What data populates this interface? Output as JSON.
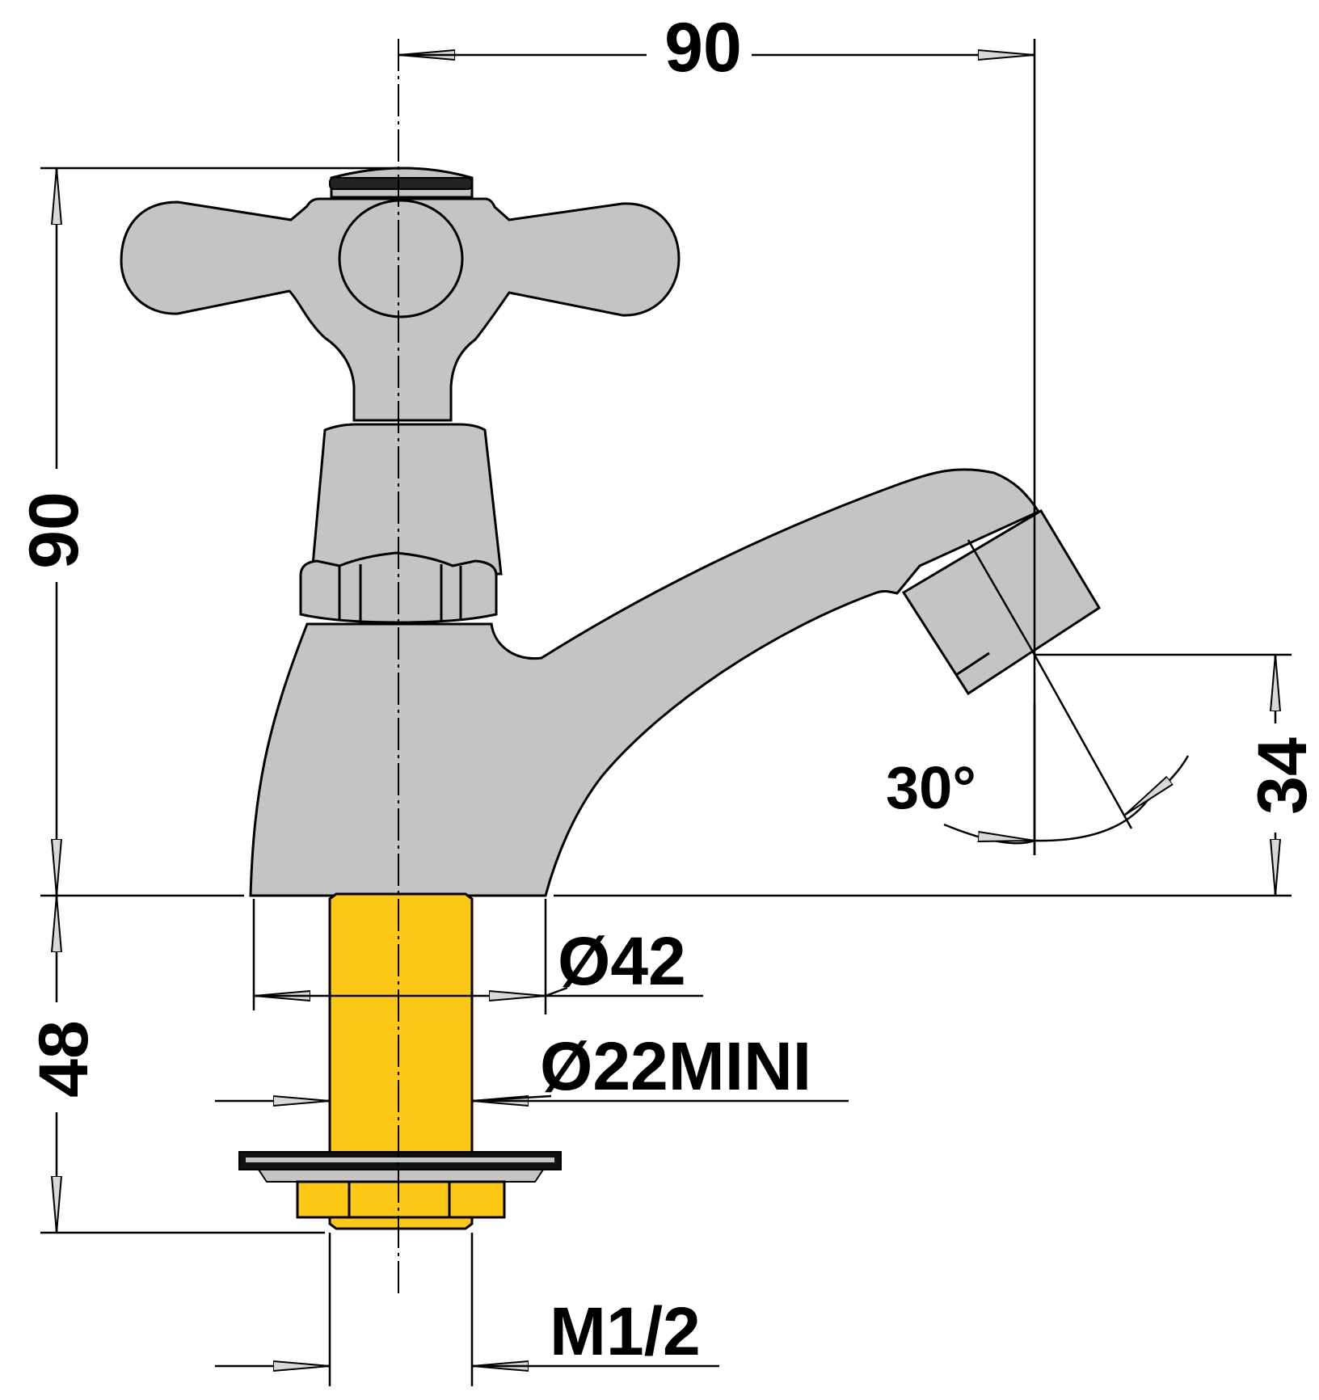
{
  "dimensions": {
    "top_width": "90",
    "total_height": "90",
    "spout_height": "34",
    "spout_angle": "30°",
    "shank_length": "48",
    "base_diameter": "Ø42",
    "hole_diameter": "Ø22MINI",
    "thread": "M1/2"
  },
  "colors": {
    "body": "#c4c4c4",
    "shank": "#fdc815",
    "outline": "#000000",
    "background": "#ffffff"
  }
}
